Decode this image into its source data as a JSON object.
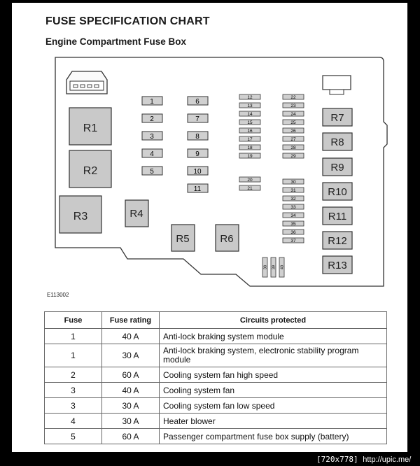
{
  "title": "FUSE SPECIFICATION CHART",
  "subtitle": "Engine Compartment Fuse Box",
  "figure_id": "E113002",
  "relays": {
    "r1": "R1",
    "r2": "R2",
    "r3": "R3",
    "r4": "R4",
    "r5": "R5",
    "r6": "R6",
    "r7": "R7",
    "r8": "R8",
    "r9": "R9",
    "r10": "R10",
    "r11": "R11",
    "r12": "R12",
    "r13": "R13"
  },
  "fuse_labels": {
    "f1": "1",
    "f2": "2",
    "f3": "3",
    "f4": "4",
    "f5": "5",
    "f6": "6",
    "f7": "7",
    "f8": "8",
    "f9": "9",
    "f10": "10",
    "f11": "11",
    "f12": "12",
    "f13": "13",
    "f14": "14",
    "f15": "15",
    "f16": "16",
    "f17": "17",
    "f18": "18",
    "f19": "19",
    "f20": "20",
    "f21": "21",
    "f22": "22",
    "f23": "23",
    "f24": "24",
    "f25": "25",
    "f26": "26",
    "f27": "27",
    "f28": "28",
    "f29": "29",
    "f30": "30",
    "f31": "31",
    "f32": "32",
    "f33": "33",
    "f34": "34",
    "f35": "35",
    "f36": "36",
    "f37": "37",
    "f38": "38",
    "f39": "39",
    "f40": "40"
  },
  "table": {
    "headers": {
      "fuse": "Fuse",
      "rating": "Fuse rating",
      "circuits": "Circuits protected"
    },
    "rows": [
      {
        "fuse": "1",
        "rating": "40 A",
        "circuits": "Anti-lock braking system module"
      },
      {
        "fuse": "1",
        "rating": "30 A",
        "circuits": "Anti-lock braking system, electronic stability program module"
      },
      {
        "fuse": "2",
        "rating": "60 A",
        "circuits": "Cooling system fan high speed"
      },
      {
        "fuse": "3",
        "rating": "40 A",
        "circuits": "Cooling system fan"
      },
      {
        "fuse": "3",
        "rating": "30 A",
        "circuits": "Cooling system fan low speed"
      },
      {
        "fuse": "4",
        "rating": "30 A",
        "circuits": "Heater blower"
      },
      {
        "fuse": "5",
        "rating": "60 A",
        "circuits": "Passenger compartment fuse box supply (battery)"
      }
    ]
  },
  "footer": {
    "size": "[720x778]",
    "url": "http://upic.me/"
  }
}
